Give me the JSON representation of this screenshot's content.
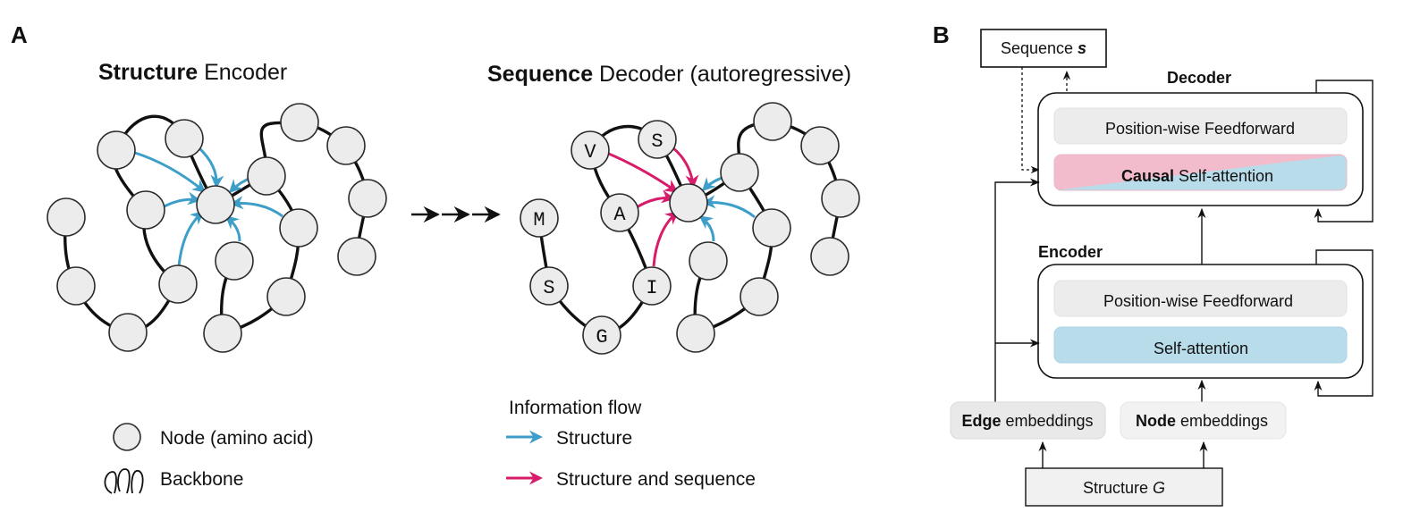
{
  "panel_a": {
    "label": "A",
    "encoder_title_bold": "Structure",
    "encoder_title_rest": " Encoder",
    "decoder_title_bold": "Sequence",
    "decoder_title_rest": " Decoder (autoregressive)",
    "residues": {
      "v": "V",
      "s1": "S",
      "m": "M",
      "a": "A",
      "s2": "S",
      "i": "I",
      "g": "G"
    }
  },
  "legend": {
    "node_label": "Node (amino acid)",
    "backbone_label": "Backbone",
    "flow_title": "Information flow",
    "structure_label": "Structure",
    "structure_sequence_label": "Structure and sequence"
  },
  "panel_b": {
    "label": "B",
    "sequence_box": "Sequence ",
    "sequence_var": "s",
    "decoder_title": "Decoder",
    "decoder_ff": "Position-wise Feedforward",
    "decoder_attn_bold": "Causal",
    "decoder_attn_rest": " Self-attention",
    "encoder_title": "Encoder",
    "encoder_ff": "Position-wise Feedforward",
    "encoder_attn": "Self-attention",
    "edge_bold": "Edge",
    "edge_rest": " embeddings",
    "node_bold": "Node",
    "node_rest": " embeddings",
    "structure_box": "Structure ",
    "structure_var": "G"
  },
  "colors": {
    "structure_arrow": "#3d9fc9",
    "structure_sequence_arrow": "#d81b6a",
    "attention_blue": "#b9dcea",
    "causal_pink": "#f3bccd",
    "node_fill": "#ececec"
  }
}
